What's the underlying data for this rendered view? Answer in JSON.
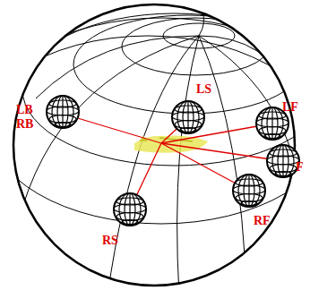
{
  "diagram": {
    "labels": [
      "LS",
      "LB",
      "RB",
      "LF",
      "F",
      "RF",
      "RS"
    ]
  }
}
